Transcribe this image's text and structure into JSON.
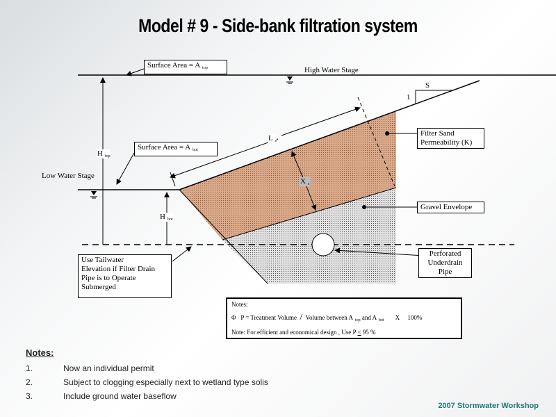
{
  "title": "Model # 9 - Side-bank filtration system",
  "diagram": {
    "surface_top": "Surface Area = A",
    "surface_top_sub": "top",
    "surface_bot": "Surface Area = A",
    "surface_bot_sub": "bot",
    "high_water": "High Water Stage",
    "low_water": "Low Water Stage",
    "h_top": "H",
    "h_top_sub": "top",
    "h_bot": "H",
    "h_bot_sub": "bot",
    "ls": "L",
    "ls_sub": "s",
    "xs": "X",
    "xs_sub": "s",
    "slope_s": "S",
    "slope_1": "1",
    "filter_sand": [
      "Filter Sand",
      "Permeability (K)"
    ],
    "gravel": "Gravel Envelope",
    "pipe": [
      "Perforated",
      "Underdrain",
      "Pipe"
    ],
    "tailwater": [
      "Use Tailwater",
      "Elevation if Filter Drain",
      "Pipe is to Operate",
      "Submerged"
    ],
    "colors": {
      "sand": "#d9a98a",
      "gravel": "#c8c8c8"
    }
  },
  "formula_box": {
    "heading": "Notes:",
    "symbol": "Φ",
    "formula_a": "P  =  Treatment Volume",
    "slash": "/",
    "formula_b": "Volume between A",
    "sub_top": "top",
    "and": "and A",
    "sub_bot": "bot",
    "times": "X",
    "pct": "100%",
    "note": "Note:  For efficient and economical design , Use P",
    "le": "<",
    "note_val": "95 %"
  },
  "notes": {
    "heading": "Notes:",
    "items": [
      {
        "num": "1.",
        "text": "Now an individual permit"
      },
      {
        "num": "2.",
        "text": "Subject to clogging especially next to wetland type solis"
      },
      {
        "num": "3.",
        "text": "Include ground water baseflow"
      }
    ]
  },
  "footer": "2007 Stormwater Workshop"
}
